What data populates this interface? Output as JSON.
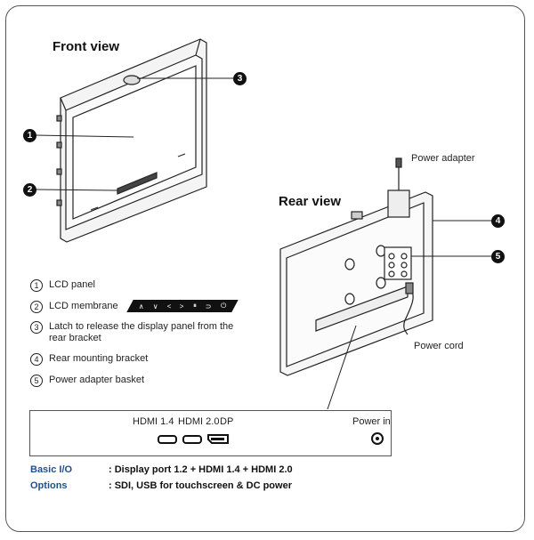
{
  "front_view_title": "Front view",
  "rear_view_title": "Rear view",
  "callouts": [
    "1",
    "2",
    "3",
    "4",
    "5"
  ],
  "power_adapter_label": "Power adapter",
  "power_cord_label": "Power cord",
  "legend": [
    {
      "num": "1",
      "text": "LCD panel"
    },
    {
      "num": "2",
      "text": "LCD membrane"
    },
    {
      "num": "3",
      "text": "Latch to release the display panel from the rear bracket"
    },
    {
      "num": "4",
      "text": "Rear mounting bracket"
    },
    {
      "num": "5",
      "text": "Power adapter basket"
    }
  ],
  "membrane_buttons": [
    "∧",
    "∨",
    "<",
    ">",
    "⏸",
    "⊃",
    "⏻"
  ],
  "io": {
    "hdmi14": "HDMI 1.4",
    "hdmi20": "HDMI 2.0",
    "dp": "DP",
    "power_in": "Power in"
  },
  "specs": [
    {
      "key": "Basic I/O",
      "value": ": Display port 1.2 +  HDMI 1.4 + HDMI 2.0"
    },
    {
      "key": "Options",
      "value": ": SDI, USB for touchscreen  &  DC power"
    }
  ]
}
